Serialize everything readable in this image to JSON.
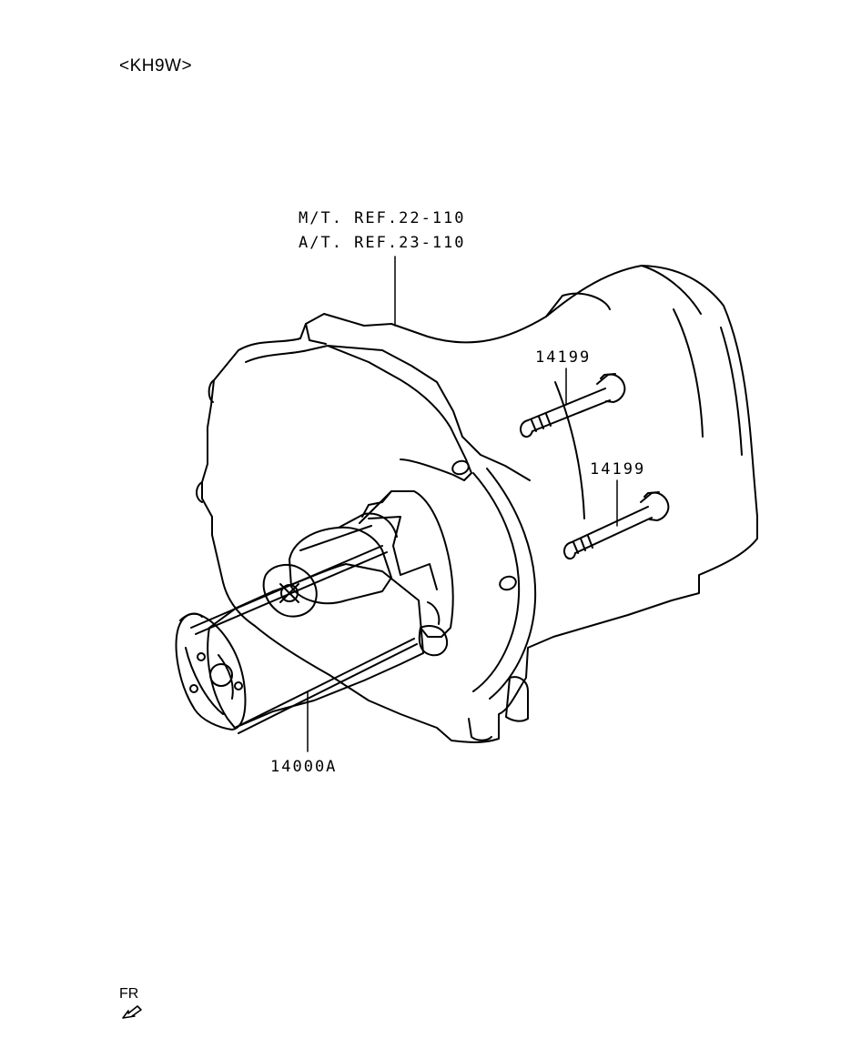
{
  "model_code": "<KH9W>",
  "callouts": {
    "ref_mt": "M/T. REF.22-110",
    "ref_at": "A/T. REF.23-110",
    "bolt_1": "14199",
    "bolt_2": "14199",
    "starter": "14000A"
  },
  "orientation": {
    "label": "FR",
    "icon": "front-direction-arrow-icon"
  },
  "components": [
    {
      "name": "transmission-housing",
      "ref": "M/T REF.22-110 / A/T REF.23-110"
    },
    {
      "name": "starter-motor",
      "part_number": "14000A"
    },
    {
      "name": "starter-mounting-bolt",
      "part_number": "14199"
    },
    {
      "name": "starter-mounting-bolt",
      "part_number": "14199"
    }
  ]
}
